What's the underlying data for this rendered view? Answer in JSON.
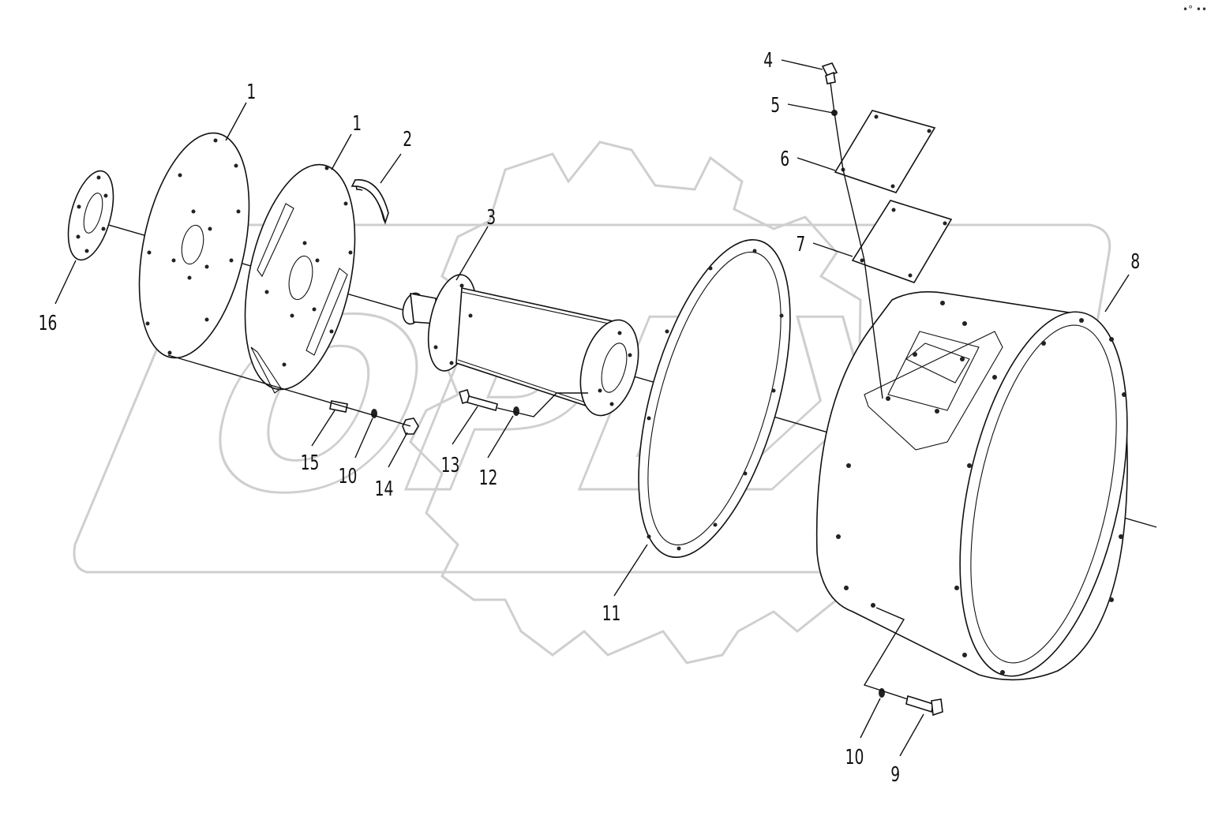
{
  "watermark": {
    "text": "OPEX"
  },
  "corner_mark": "•° •••",
  "callouts": [
    {
      "id": "c1a",
      "text": "1"
    },
    {
      "id": "c1b",
      "text": "1"
    },
    {
      "id": "c2",
      "text": "2"
    },
    {
      "id": "c3",
      "text": "3"
    },
    {
      "id": "c4",
      "text": "4"
    },
    {
      "id": "c5",
      "text": "5"
    },
    {
      "id": "c6",
      "text": "6"
    },
    {
      "id": "c7",
      "text": "7"
    },
    {
      "id": "c8",
      "text": "8"
    },
    {
      "id": "c9",
      "text": "9"
    },
    {
      "id": "c10a",
      "text": "10"
    },
    {
      "id": "c10b",
      "text": "10"
    },
    {
      "id": "c11",
      "text": "11"
    },
    {
      "id": "c12",
      "text": "12"
    },
    {
      "id": "c13",
      "text": "13"
    },
    {
      "id": "c14",
      "text": "14"
    },
    {
      "id": "c15",
      "text": "15"
    },
    {
      "id": "c16",
      "text": "16"
    }
  ]
}
